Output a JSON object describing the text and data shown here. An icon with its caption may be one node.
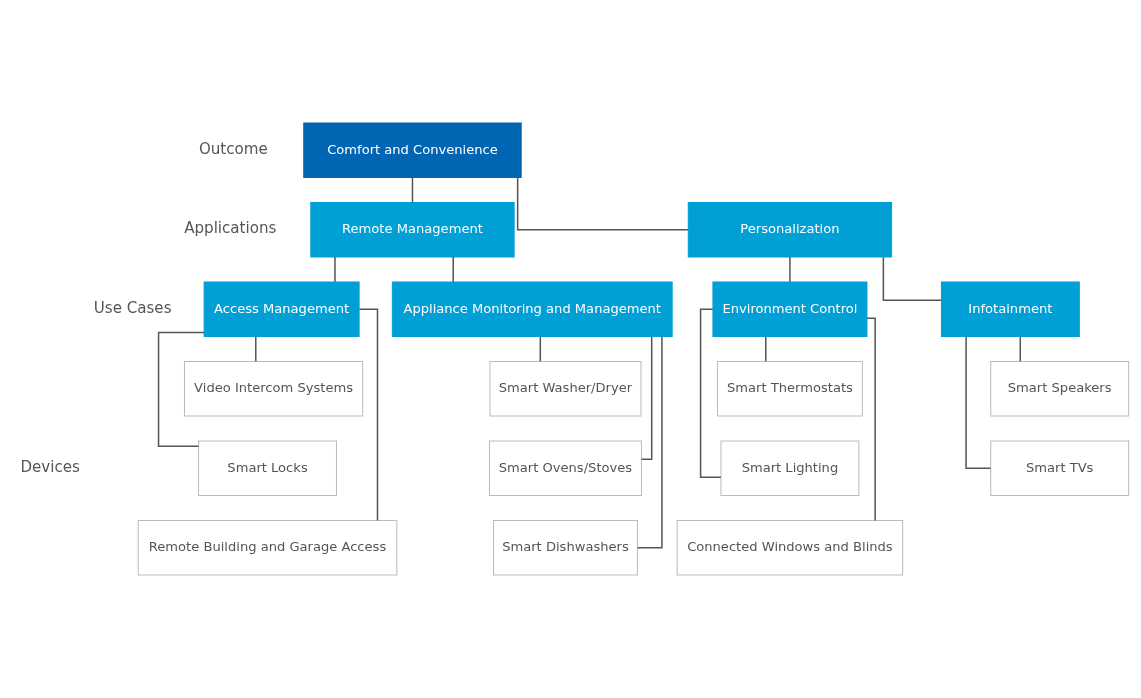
{
  "diagram": {
    "nodes": [
      {
        "text": [
          "Comfort and Convenience"
        ]
      },
      {
        "text": [
          "Remote Management"
        ]
      },
      {
        "text": [
          "Personalization"
        ]
      },
      {
        "text": [
          "Access Management"
        ]
      },
      {
        "text": [
          "Appliance Monitoring and Management"
        ]
      },
      {
        "text": [
          "Infotainment"
        ]
      },
      {
        "text": [
          "Environment Control"
        ]
      },
      {
        "text": [
          "Video Intercom Systems"
        ]
      },
      {
        "text": [
          "Smart Locks"
        ]
      },
      {
        "text": [
          "Remote Building and Garage Access"
        ]
      },
      {
        "text": [
          "Smart Washer/Dryer"
        ]
      },
      {
        "text": [
          "Smart Ovens/Stoves"
        ]
      },
      {
        "text": [
          "Smart Dishwashers"
        ]
      },
      {
        "text": [
          "Smart Speakers"
        ]
      },
      {
        "text": [
          "Smart TVs"
        ]
      },
      {
        "text": [
          "Smart Thermostats"
        ]
      },
      {
        "text": [
          "Smart Lighting"
        ]
      },
      {
        "text": [
          "Connected Windows and Blinds"
        ]
      }
    ],
    "edges": [
      {
        "from": 0,
        "to": 1,
        "arrow": "none"
      },
      {
        "from": 0,
        "to": 2,
        "arrow": "none"
      },
      {
        "from": 1,
        "to": 3,
        "arrow": "none"
      },
      {
        "from": 1,
        "to": 4,
        "arrow": "none"
      },
      {
        "from": 2,
        "to": 5,
        "arrow": "none"
      },
      {
        "from": 2,
        "to": 6,
        "arrow": "none"
      },
      {
        "from": 3,
        "to": 7,
        "arrow": "none"
      },
      {
        "from": 3,
        "to": 8,
        "arrow": "none"
      },
      {
        "from": 3,
        "to": 9,
        "arrow": "none"
      },
      {
        "from": 4,
        "to": 10,
        "arrow": "none"
      },
      {
        "from": 4,
        "to": 11,
        "arrow": "none"
      },
      {
        "from": 4,
        "to": 12,
        "arrow": "none"
      },
      {
        "from": 5,
        "to": 13,
        "arrow": "none"
      },
      {
        "from": 5,
        "to": 14,
        "arrow": "none"
      },
      {
        "from": 6,
        "to": 15,
        "arrow": "none"
      },
      {
        "from": 6,
        "to": 16,
        "arrow": "none"
      },
      {
        "from": 6,
        "to": 17,
        "arrow": "none"
      }
    ],
    "labels": [
      "Outcome",
      "Applications",
      "Use Cases",
      "Devices"
    ]
  }
}
